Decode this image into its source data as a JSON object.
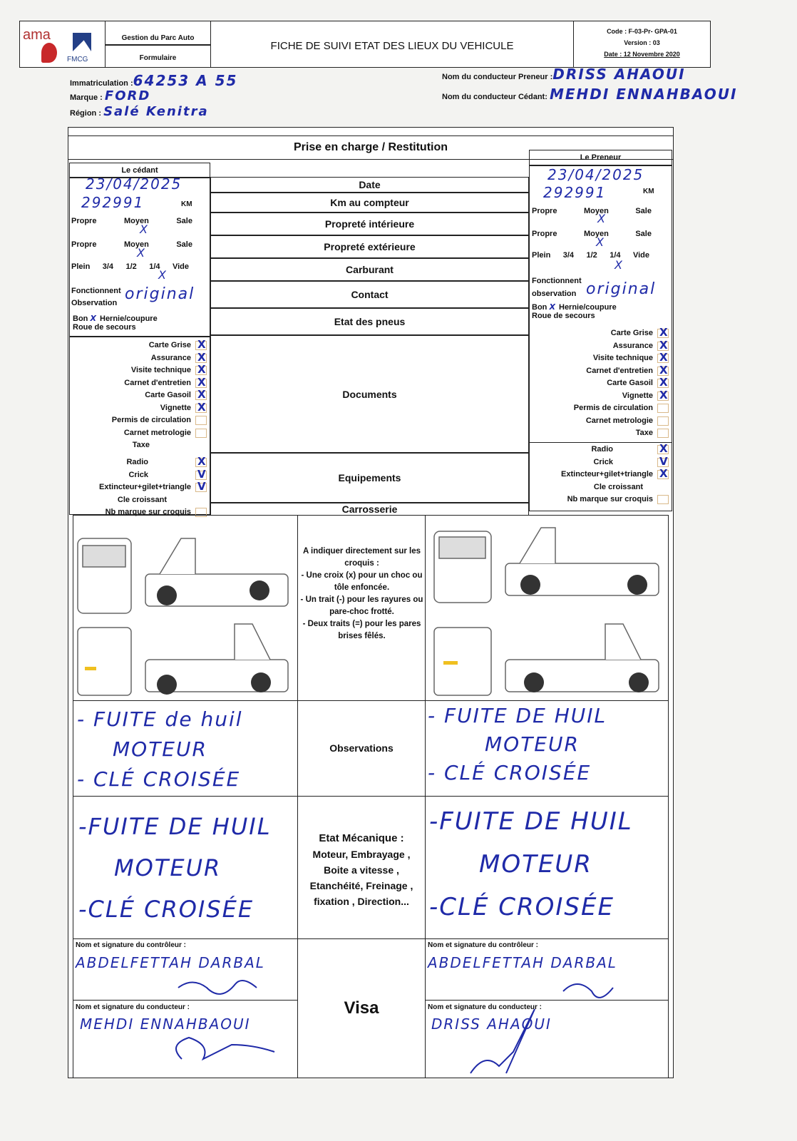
{
  "header": {
    "logo_text": "ama",
    "logo_sub": "FMCG",
    "dept": "Gestion du Parc Auto",
    "type": "Formulaire",
    "title": "FICHE DE SUIVI ETAT DES LIEUX DU VEHICULE",
    "code": "Code : F-03-Pr- GPA-01",
    "version": "Version : 03",
    "date": "Date : 12 Novembre 2020"
  },
  "vehicle": {
    "immat_label": "Immatriculation :",
    "immat": "64253 A 55",
    "marque_label": "Marque :",
    "marque": "FORD",
    "region_label": "Région :",
    "region": "Salé Kenitra",
    "preneur_label": "Nom du conducteur Preneur :",
    "preneur": "DRISS AHAOUI",
    "cedant_label": "Nom du conducteur Cédant:",
    "cedant": "MEHDI ENNAHBAOUI"
  },
  "table": {
    "title": "Prise en charge / Restitution",
    "cedant": "Le cédant",
    "preneur": "Le Preneur",
    "rows": [
      "Date",
      "Km au compteur",
      "Propreté intérieure",
      "Propreté extérieure",
      "Carburant",
      "Contact",
      "Etat des pneus",
      "Documents",
      "Equipements",
      "Carrosserie"
    ],
    "cedant_date": "23/04/2025",
    "cedant_km": "292991",
    "preneur_date": "23/04/2025",
    "preneur_km": "292991",
    "km_unit": "KM",
    "clean": [
      "Propre",
      "Moyen",
      "Sale"
    ],
    "fuel": [
      "Plein",
      "3/4",
      "1/2",
      "1/4",
      "Vide"
    ],
    "contact_fonct": "Fonctionnent",
    "contact_obs_left": "Observation",
    "contact_obs_right": "observation",
    "contact_value": "original",
    "tyres": [
      "Bon",
      "Hernie/coupure",
      "Roue de secours"
    ],
    "documents": [
      "Carte Grise",
      "Assurance",
      "Visite technique",
      "Carnet d'entretien",
      "Carte Gasoil",
      "Vignette",
      "Permis de circulation",
      "Carnet metrologie",
      "Taxe"
    ],
    "doc_left_marks": [
      "X",
      "X",
      "X",
      "X",
      "X",
      "X",
      "",
      "",
      ""
    ],
    "doc_right_marks": [
      "X",
      "X",
      "X",
      "X",
      "X",
      "X",
      "",
      "",
      ""
    ],
    "equipments": [
      "Radio",
      "Crick",
      "Extincteur+gilet+triangle",
      "Cle croissant"
    ],
    "eq_left_marks": [
      "X",
      "V",
      "V",
      ""
    ],
    "eq_right_marks": [
      "X",
      "V",
      "X",
      ""
    ],
    "nb_marque": "Nb marque sur croquis",
    "sketch_note": [
      "A indiquer directement sur les croquis :",
      "- Une croix (x) pour un choc ou tôle enfoncée.",
      "- Un trait (-) pour les rayures ou pare-choc frotté.",
      "- Deux traits (=) pour les pares brises fêlés."
    ],
    "observations": "Observations",
    "obs_left": [
      "- FUITE de huil",
      "MOTEUR",
      "- CLÉ CROISÉE"
    ],
    "obs_right": [
      "- FUITE DE HUIL",
      "MOTEUR",
      "- CLÉ CROISÉE"
    ],
    "mech_title": "Etat Mécanique  :",
    "mech_sub": "Moteur, Embrayage , Boite a vitesse , Etanchéité, Freinage , fixation , Direction...",
    "mech_left": [
      "-FUITE DE HUIL",
      "MOTEUR",
      "-CLÉ CROISÉE"
    ],
    "mech_right": [
      "-FUITE DE HUIL",
      "MOTEUR",
      "-CLÉ CROISÉE"
    ],
    "visa": "Visa",
    "ctrl_label": "Nom et signature du contrôleur :",
    "cond_label": "Nom et signature du conducteur :",
    "ctrl_left": "ABDELFETTAH DARBAL",
    "ctrl_right": "ABDELFETTAH DARBAL",
    "cond_left": "MEHDI ENNAHBAOUI",
    "cond_right": "DRISS AHAOUI"
  }
}
